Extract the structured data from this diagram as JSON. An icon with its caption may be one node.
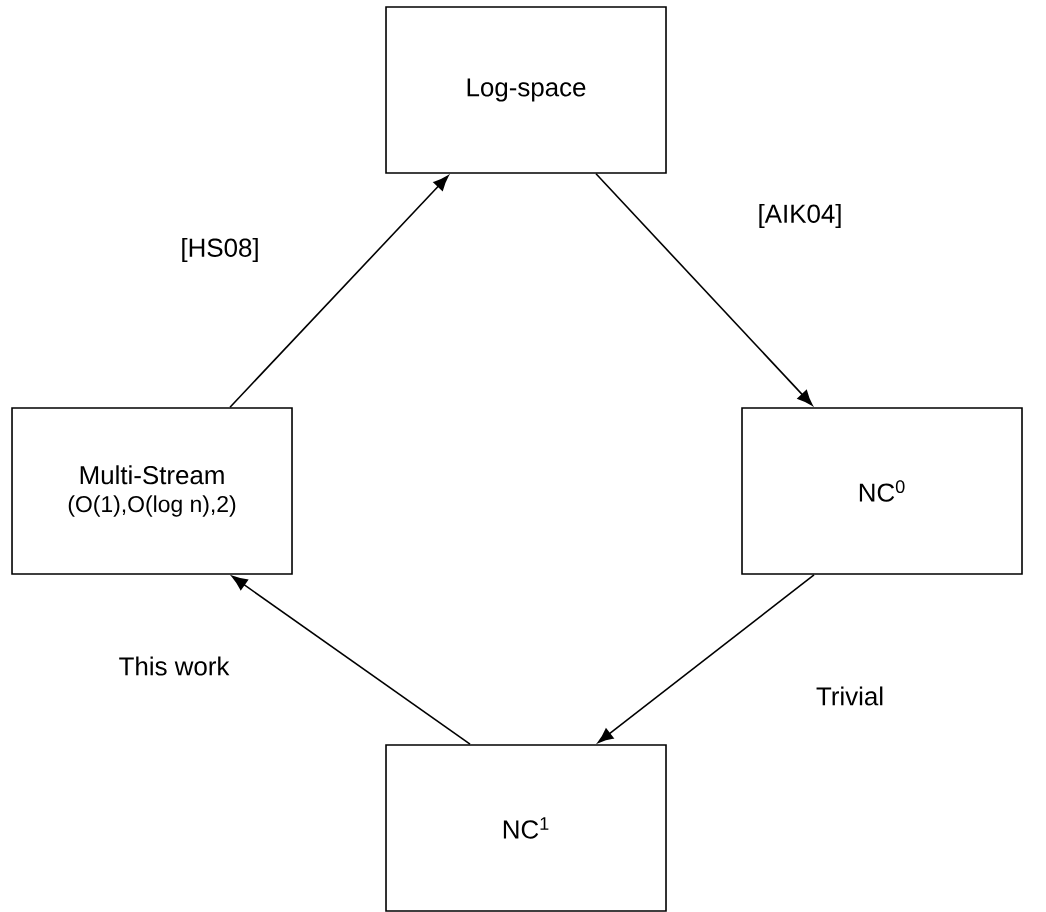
{
  "diagram": {
    "nodes": [
      {
        "text": [
          "Log-space"
        ]
      },
      {
        "text": [
          "NC$^{0}$"
        ]
      },
      {
        "text": [
          "NC$^{1}$"
        ]
      },
      {
        "text": [
          "Multi-Stream",
          "(O(1),O(log n),2)"
        ]
      }
    ],
    "edges": [
      {
        "from": 0,
        "to": 1,
        "arrow": "to",
        "label": "[AIK04]"
      },
      {
        "from": 1,
        "to": 2,
        "arrow": "to",
        "label": "Trivial"
      },
      {
        "from": 2,
        "to": 3,
        "arrow": "to",
        "label": "This work"
      },
      {
        "from": 3,
        "to": 0,
        "arrow": "to",
        "label": "[HS08]"
      }
    ]
  }
}
